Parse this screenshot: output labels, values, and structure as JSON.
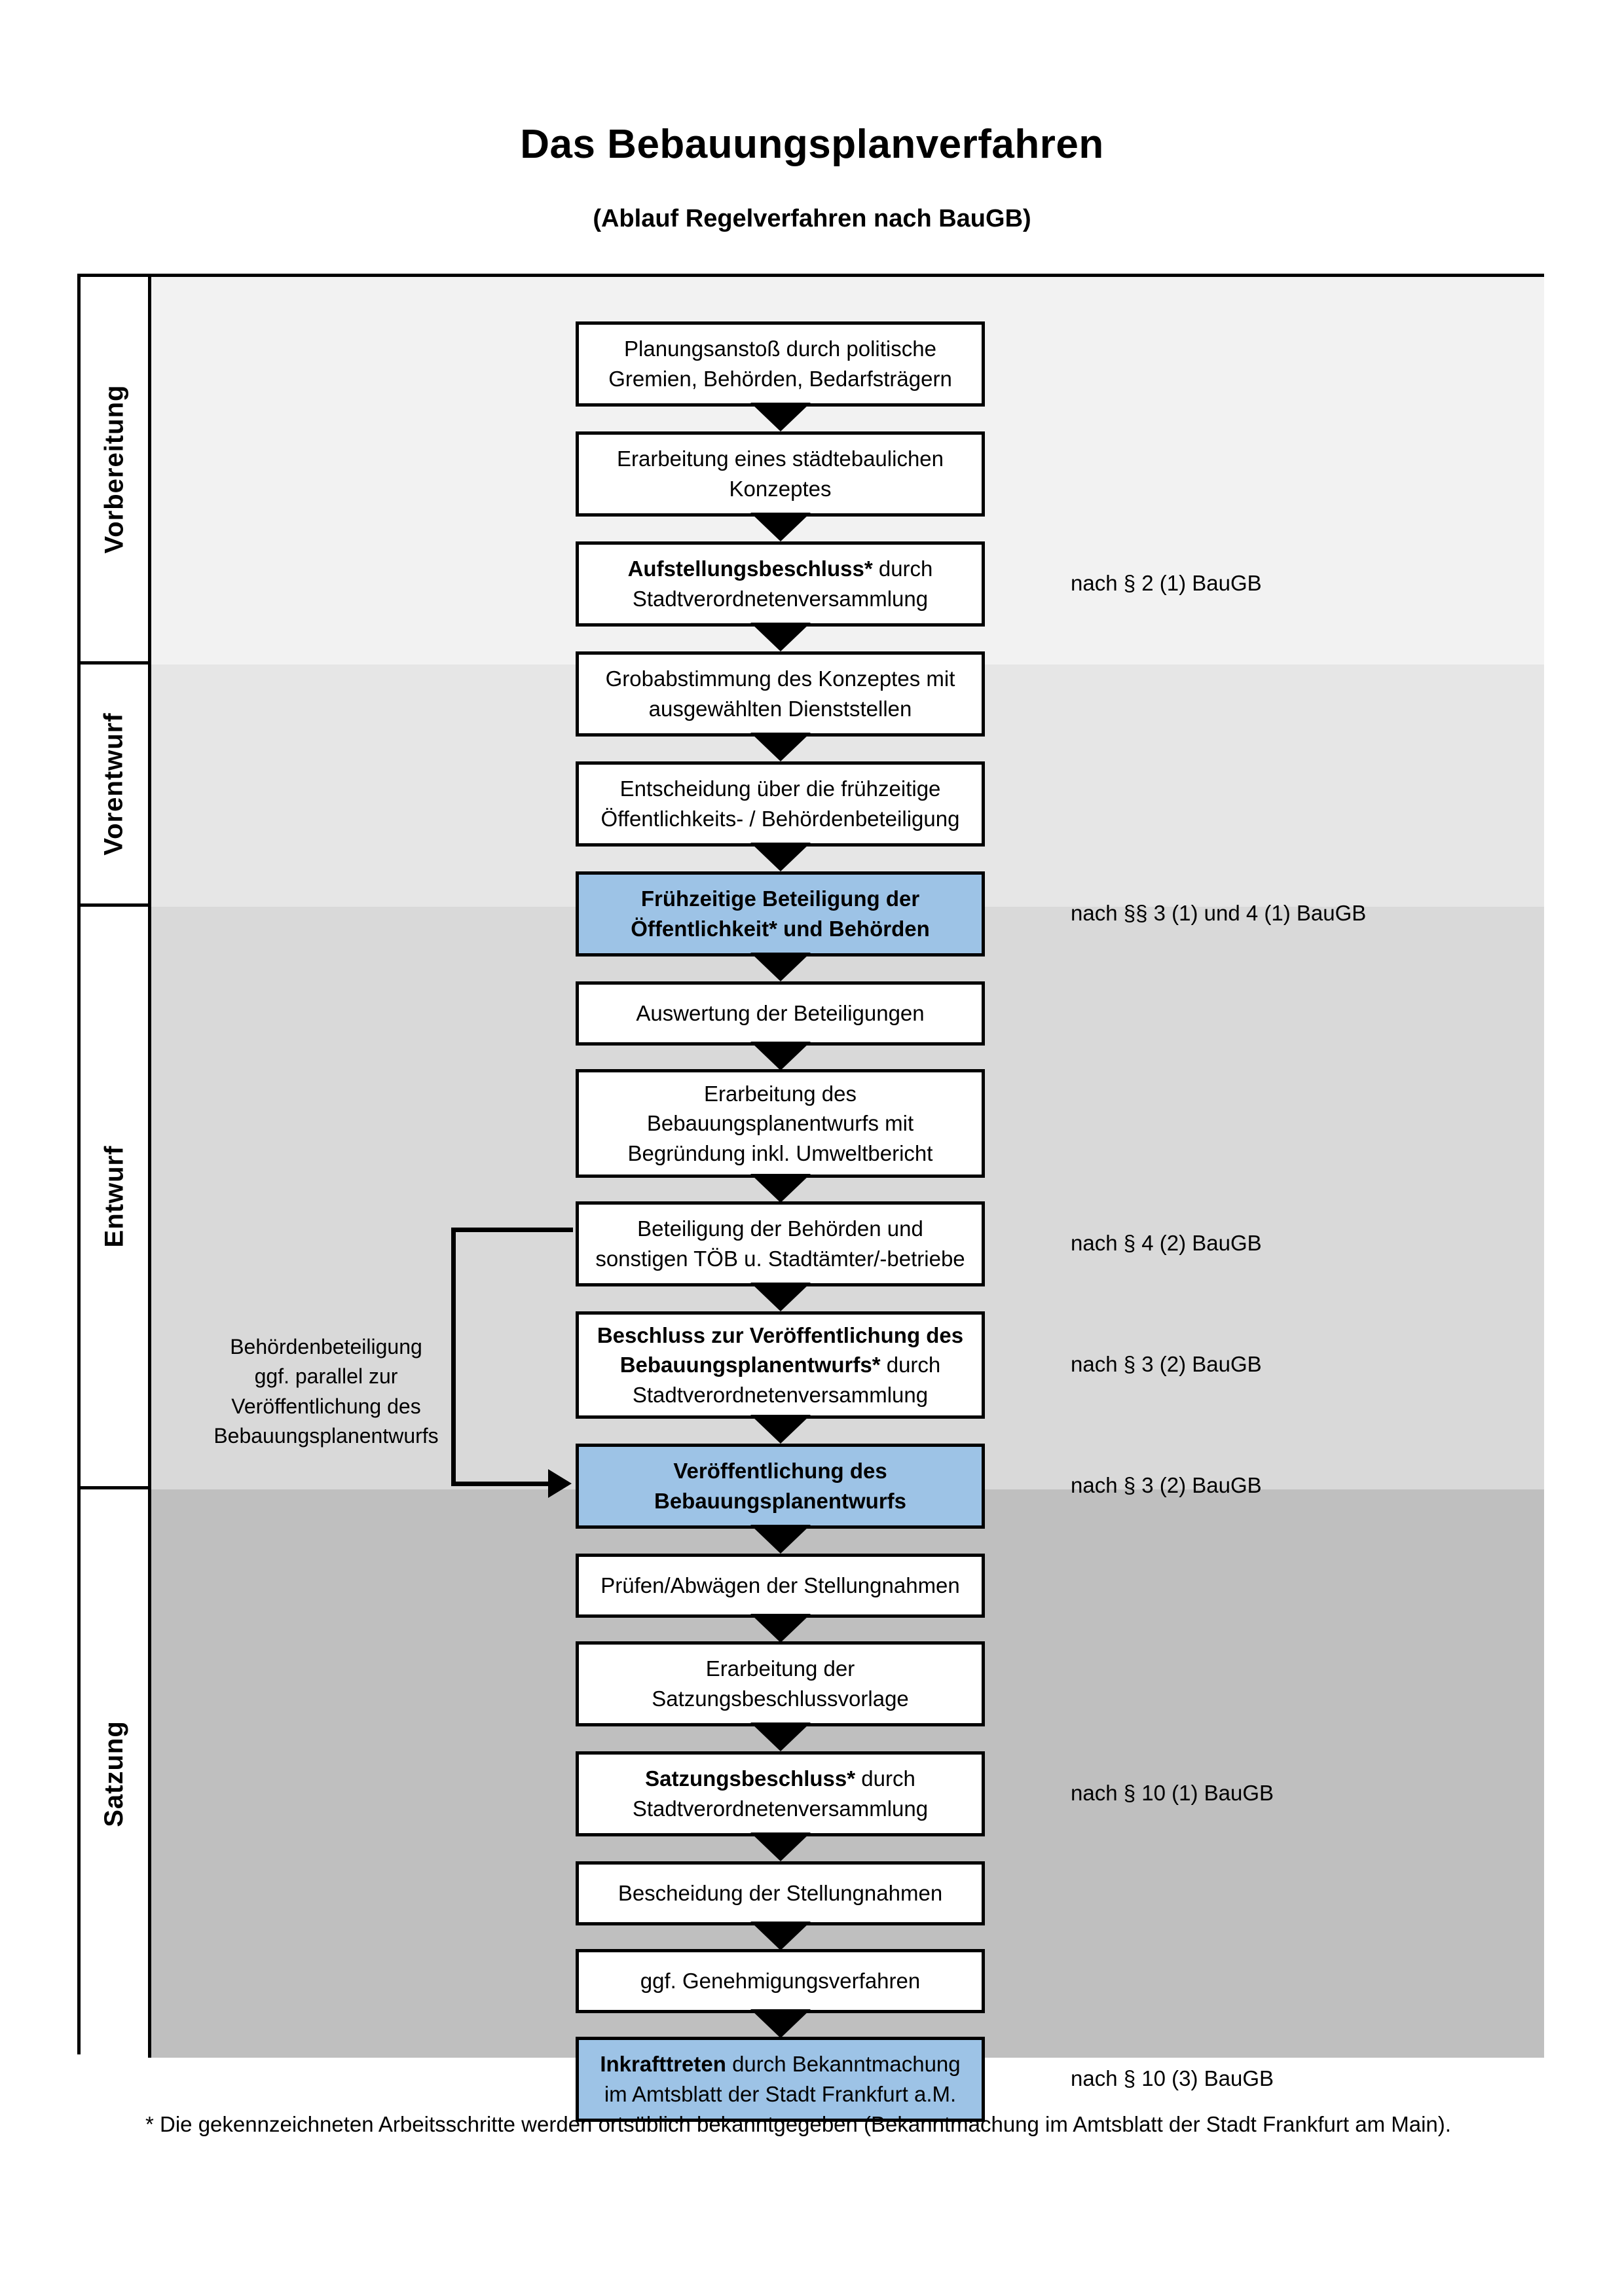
{
  "header": {
    "title": "Das Bebauungsplanverfahren",
    "subtitle": "(Ablauf Regelverfahren nach BauGB)"
  },
  "phases": [
    {
      "key": "vorbereitung",
      "label": "Vorbereitung",
      "background": "#F2F2F2"
    },
    {
      "key": "vorentwurf",
      "label": "Vorentwurf",
      "background": "#E6E6E6"
    },
    {
      "key": "entwurf",
      "label": "Entwurf",
      "background": "#D9D9D9"
    },
    {
      "key": "satzung",
      "label": "Satzung",
      "background": "#BFBFBF"
    }
  ],
  "colors": {
    "highlight_blue": "#9DC3E6",
    "border": "#000000",
    "page": "#FFFFFF"
  },
  "steps": [
    {
      "id": "step-1",
      "phase": "vorbereitung",
      "highlighted": false,
      "lines": [
        {
          "text": "Planungsanstoß durch politische",
          "bold": false
        },
        {
          "text": "Gremien, Behörden, Bedarfsträgern",
          "bold": false
        }
      ]
    },
    {
      "id": "step-2",
      "phase": "vorbereitung",
      "highlighted": false,
      "lines": [
        {
          "text": "Erarbeitung eines städtebaulichen",
          "bold": false
        },
        {
          "text": "Konzeptes",
          "bold": false
        }
      ]
    },
    {
      "id": "step-3",
      "phase": "vorbereitung",
      "highlighted": false,
      "lines": [
        {
          "text": "Aufstellungsbeschluss*",
          "bold": true,
          "suffix": " durch"
        },
        {
          "text": "Stadtverordnetenversammlung",
          "bold": false
        }
      ]
    },
    {
      "id": "step-4",
      "phase": "vorentwurf",
      "highlighted": false,
      "lines": [
        {
          "text": "Grobabstimmung des Konzeptes mit",
          "bold": false
        },
        {
          "text": "ausgewählten Dienststellen",
          "bold": false
        }
      ]
    },
    {
      "id": "step-5",
      "phase": "vorentwurf",
      "highlighted": false,
      "lines": [
        {
          "text": "Entscheidung über die frühzeitige",
          "bold": false
        },
        {
          "text": "Öffentlichkeits- / Behördenbeteiligung",
          "bold": false
        }
      ]
    },
    {
      "id": "step-6",
      "phase": "vorentwurf",
      "highlighted": true,
      "lines": [
        {
          "text": "Frühzeitige Beteiligung der",
          "bold": true
        },
        {
          "text": "Öffentlichkeit* und Behörden",
          "bold": true
        }
      ]
    },
    {
      "id": "step-7",
      "phase": "entwurf",
      "highlighted": false,
      "lines": [
        {
          "text": "Auswertung der Beteiligungen",
          "bold": false
        }
      ]
    },
    {
      "id": "step-8",
      "phase": "entwurf",
      "highlighted": false,
      "lines": [
        {
          "text": "Erarbeitung des",
          "bold": false
        },
        {
          "text": "Bebauungsplanentwurfs mit",
          "bold": false
        },
        {
          "text": "Begründung inkl. Umweltbericht",
          "bold": false
        }
      ]
    },
    {
      "id": "step-9",
      "phase": "entwurf",
      "highlighted": false,
      "lines": [
        {
          "text": "Beteiligung der Behörden und",
          "bold": false
        },
        {
          "text": "sonstigen TÖB u. Stadtämter/-betriebe",
          "bold": false
        }
      ]
    },
    {
      "id": "step-10",
      "phase": "entwurf",
      "highlighted": false,
      "lines": [
        {
          "text": "Beschluss zur Veröffentlichung des",
          "bold": true
        },
        {
          "text": "Bebauungsplanentwurfs*",
          "bold": true,
          "suffix": " durch"
        },
        {
          "text": "Stadtverordnetenversammlung",
          "bold": false
        }
      ]
    },
    {
      "id": "step-11",
      "phase": "entwurf",
      "highlighted": true,
      "lines": [
        {
          "text": "Veröffentlichung des",
          "bold": true
        },
        {
          "text": "Bebauungsplanentwurfs",
          "bold": true
        }
      ]
    },
    {
      "id": "step-12",
      "phase": "satzung",
      "highlighted": false,
      "lines": [
        {
          "text": "Prüfen/Abwägen der Stellungnahmen",
          "bold": false
        }
      ]
    },
    {
      "id": "step-13",
      "phase": "satzung",
      "highlighted": false,
      "lines": [
        {
          "text": "Erarbeitung der",
          "bold": false
        },
        {
          "text": "Satzungsbeschlussvorlage",
          "bold": false
        }
      ]
    },
    {
      "id": "step-14",
      "phase": "satzung",
      "highlighted": false,
      "lines": [
        {
          "text": "Satzungsbeschluss*",
          "bold": true,
          "suffix": " durch"
        },
        {
          "text": "Stadtverordnetenversammlung",
          "bold": false
        }
      ]
    },
    {
      "id": "step-15",
      "phase": "satzung",
      "highlighted": false,
      "lines": [
        {
          "text": "Bescheidung der Stellungnahmen",
          "bold": false
        }
      ]
    },
    {
      "id": "step-16",
      "phase": "satzung",
      "highlighted": false,
      "lines": [
        {
          "text": "ggf. Genehmigungsverfahren",
          "bold": false
        }
      ]
    },
    {
      "id": "step-17",
      "phase": "satzung",
      "highlighted": true,
      "lines": [
        {
          "text": "Inkrafttreten",
          "bold": true,
          "suffix": " durch Bekanntmachung"
        },
        {
          "text": "im Amtsblatt der Stadt Frankfurt a.M.",
          "bold": false
        }
      ]
    }
  ],
  "side_note": {
    "lines": [
      "Behördenbeteiligung",
      "ggf. parallel zur",
      "Veröffentlichung des",
      "Bebauungsplanentwurfs"
    ]
  },
  "legal_refs": [
    {
      "id": "ref-1",
      "text": "nach § 2 (1) BauGB",
      "for_step": "step-3"
    },
    {
      "id": "ref-2",
      "text": "nach §§ 3 (1) und 4 (1) BauGB",
      "for_step": "step-6"
    },
    {
      "id": "ref-3",
      "text": "nach § 4 (2) BauGB",
      "for_step": "step-9"
    },
    {
      "id": "ref-4",
      "text": "nach § 3 (2) BauGB",
      "for_step": "step-10"
    },
    {
      "id": "ref-5",
      "text": "nach § 3 (2) BauGB",
      "for_step": "step-11"
    },
    {
      "id": "ref-6",
      "text": "nach § 10 (1) BauGB",
      "for_step": "step-14"
    },
    {
      "id": "ref-7",
      "text": "nach § 10 (3) BauGB",
      "for_step": "step-17"
    }
  ],
  "footnote": "* Die gekennzeichneten Arbeitsschritte werden ortsüblich bekanntgegeben (Bekanntmachung im Amtsblatt  der Stadt Frankfurt am Main)."
}
